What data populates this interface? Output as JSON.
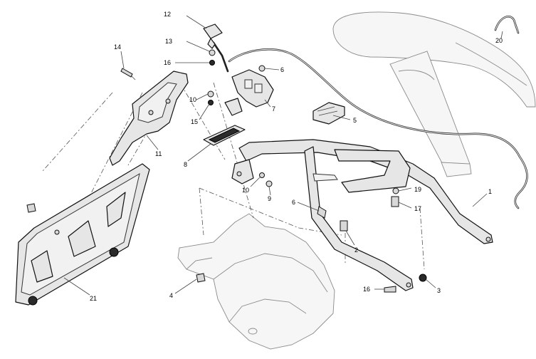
{
  "callouts": [
    {
      "id": "1",
      "label": "1"
    },
    {
      "id": "2",
      "label": "2"
    },
    {
      "id": "3",
      "label": "3"
    },
    {
      "id": "4",
      "label": "4"
    },
    {
      "id": "5",
      "label": "5"
    },
    {
      "id": "6a",
      "label": "6"
    },
    {
      "id": "6b",
      "label": "6"
    },
    {
      "id": "7",
      "label": "7"
    },
    {
      "id": "8",
      "label": "8"
    },
    {
      "id": "9",
      "label": "9"
    },
    {
      "id": "10a",
      "label": "10"
    },
    {
      "id": "10b",
      "label": "10"
    },
    {
      "id": "11",
      "label": "11"
    },
    {
      "id": "12",
      "label": "12"
    },
    {
      "id": "13",
      "label": "13"
    },
    {
      "id": "14",
      "label": "14"
    },
    {
      "id": "15",
      "label": "15"
    },
    {
      "id": "16a",
      "label": "16"
    },
    {
      "id": "16b",
      "label": "16"
    },
    {
      "id": "17",
      "label": "17"
    },
    {
      "id": "19",
      "label": "19"
    },
    {
      "id": "20",
      "label": "20"
    },
    {
      "id": "21",
      "label": "21"
    }
  ]
}
